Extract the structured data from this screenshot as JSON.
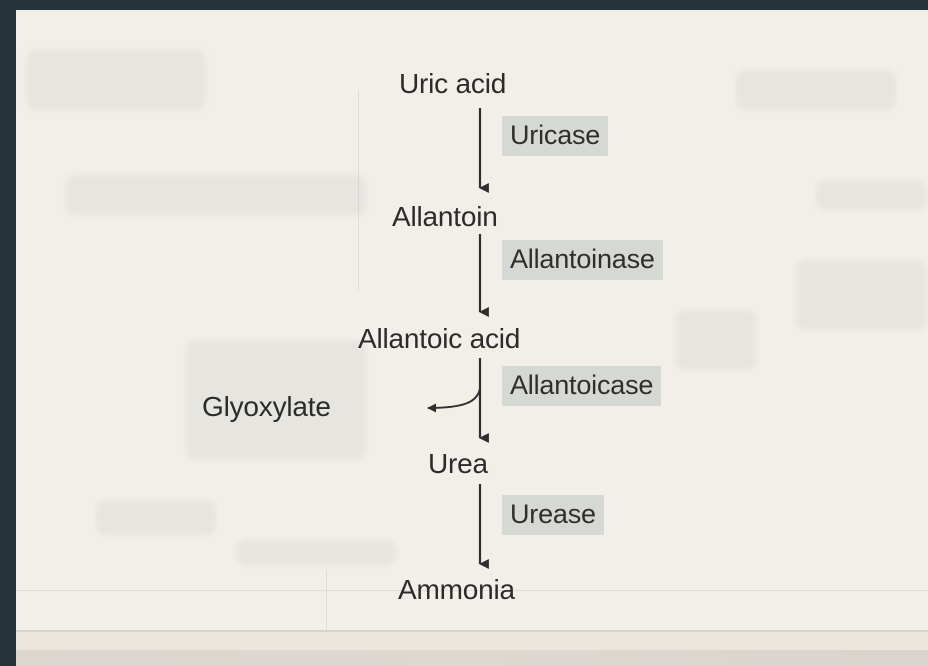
{
  "pathway": {
    "compounds": [
      "Uric acid",
      "Allantoin",
      "Allantoic acid",
      "Urea",
      "Ammonia"
    ],
    "enzymes": [
      "Uricase",
      "Allantoinase",
      "Allantoicase",
      "Urease"
    ],
    "byproduct": "Glyoxylate"
  },
  "colors": {
    "background": "#26343a",
    "paper": "#f2efe9",
    "enzyme_highlight": "#d6d9d3",
    "text": "#2b2b2b"
  }
}
